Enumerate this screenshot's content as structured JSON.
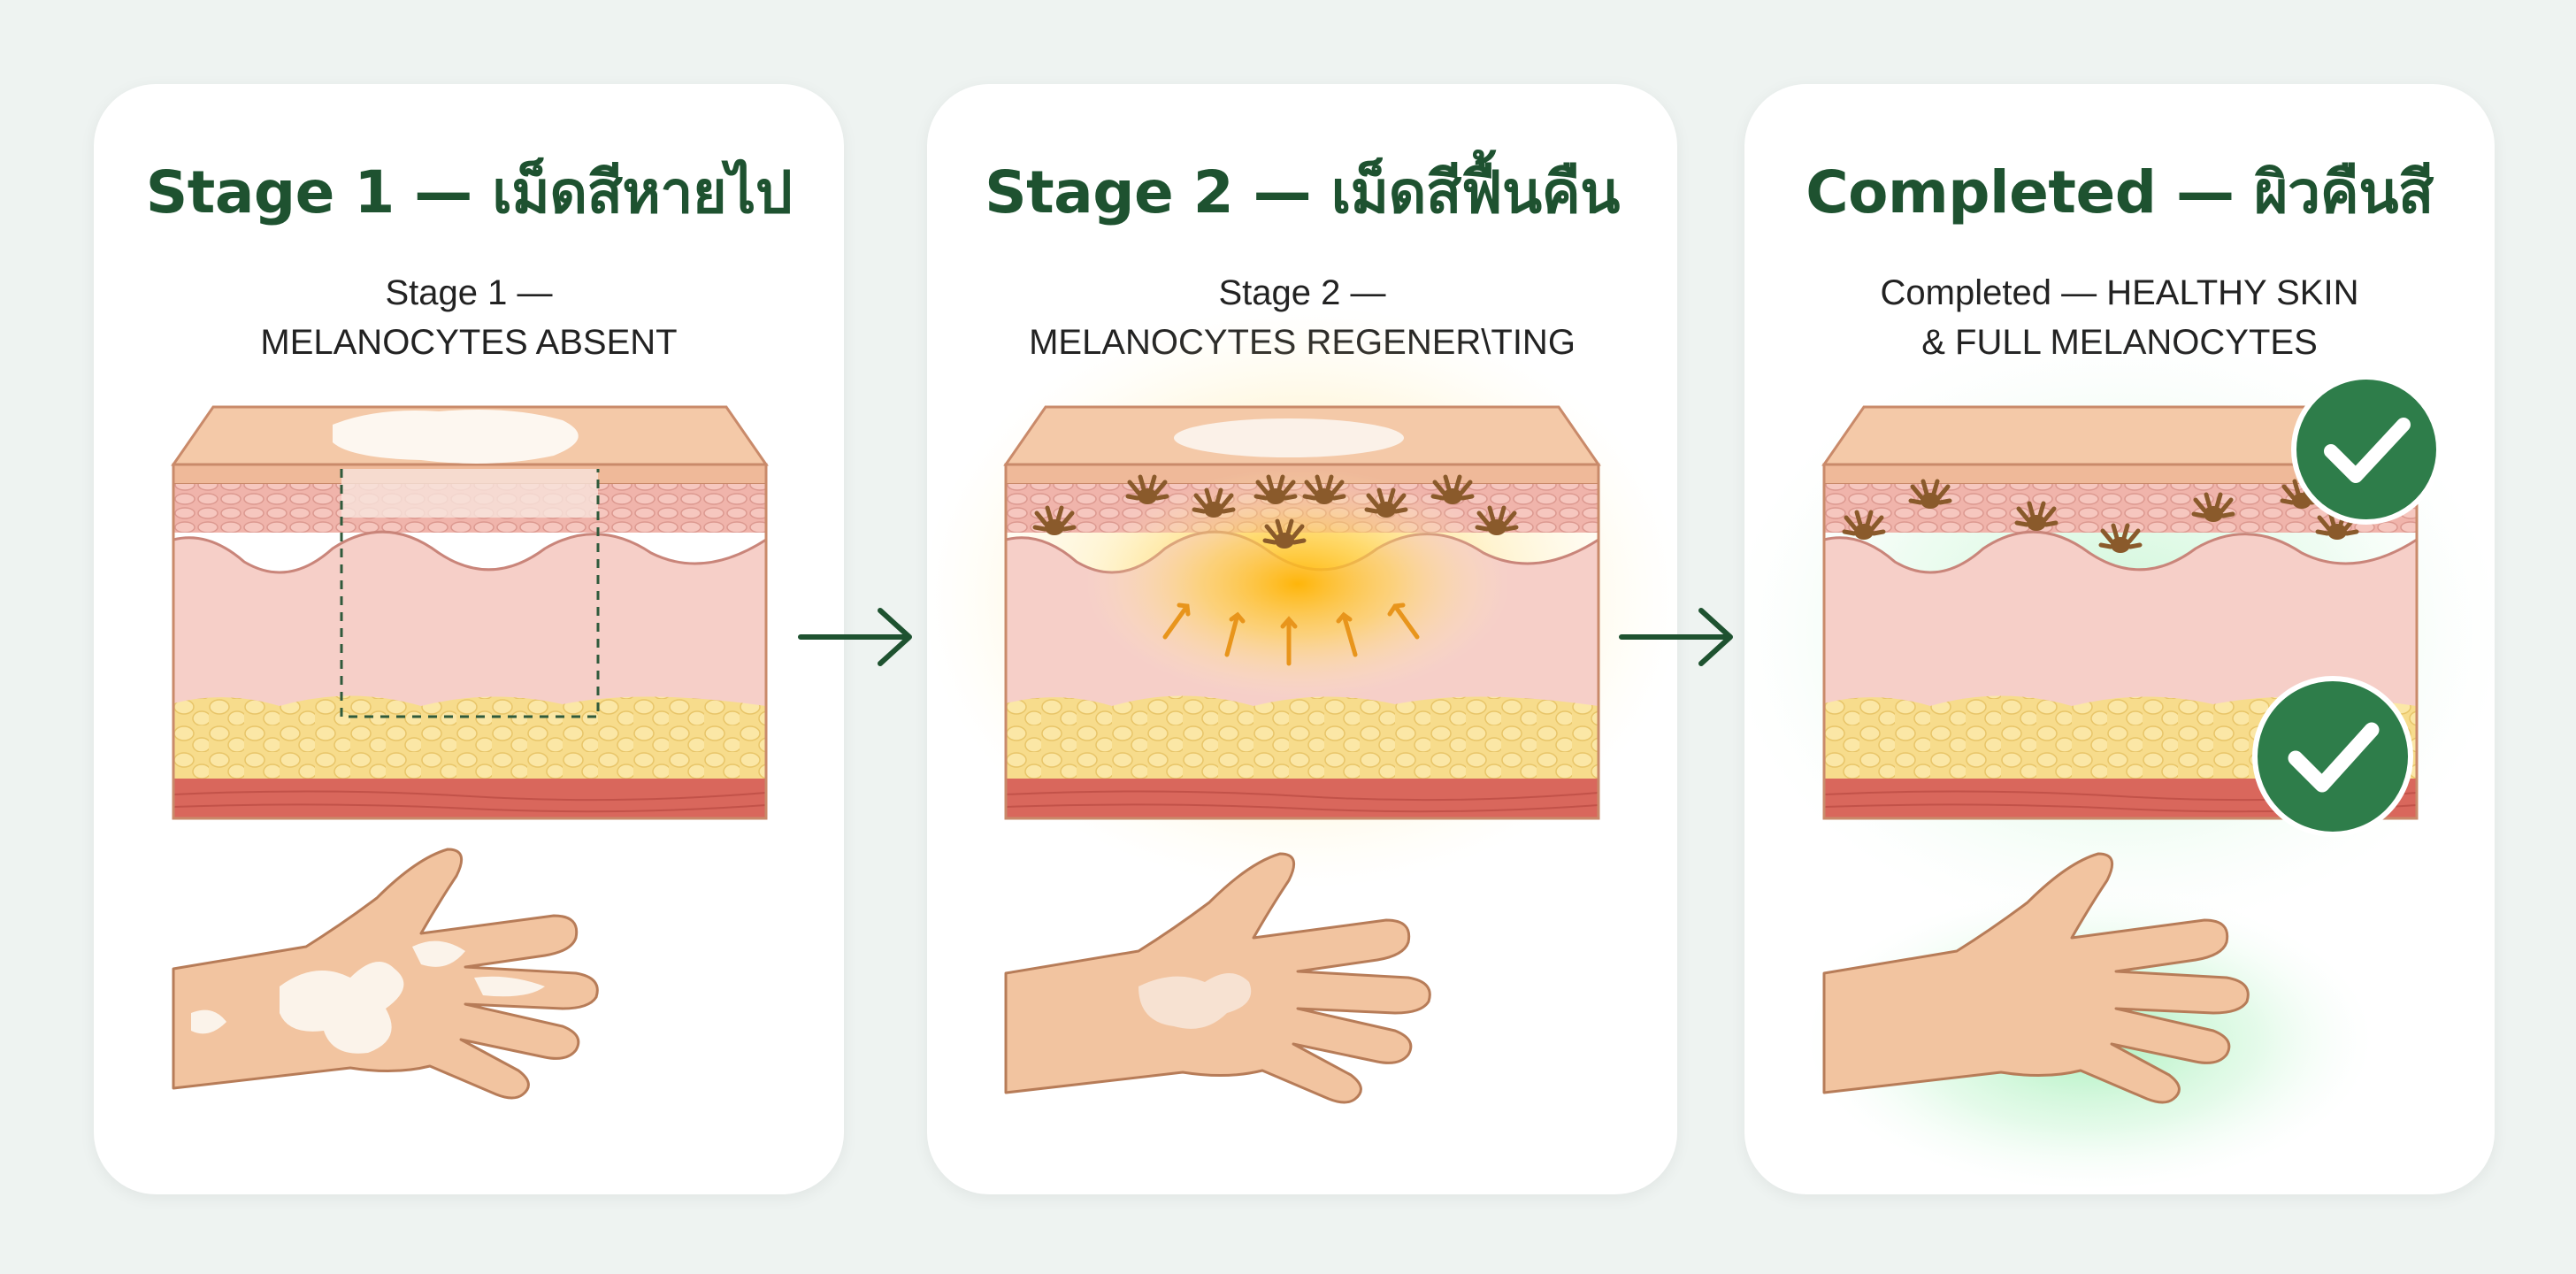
{
  "stages": [
    {
      "title": "Stage 1 — เม็ดสีหายไป",
      "subtitle_line1": "Stage 1 —",
      "subtitle_line2": "MELANOCYTES ABSENT"
    },
    {
      "title": "Stage 2 — เม็ดสีฟื้นคืน",
      "subtitle_line1": "Stage 2 —",
      "subtitle_line2": "MELANOCYTES REGENER\\TING"
    },
    {
      "title": "Completed — ผิวคืนสี",
      "subtitle_line1": "Completed — HEALTHY SKIN",
      "subtitle_line2": "& FULL MELANOCYTES"
    }
  ],
  "colors": {
    "title_green": "#1e5230",
    "check_green": "#2e7d4a",
    "skin": "#f2c4a0",
    "vitiligo_patch": "#fbf3ea",
    "glow_yellow": "#ffcf3a",
    "glow_green": "#6fe08a",
    "melanocyte": "#8a5a2b"
  },
  "icons": [
    "arrow-right-icon",
    "check-circle-icon",
    "melanocyte-icon",
    "hand-illustration"
  ]
}
